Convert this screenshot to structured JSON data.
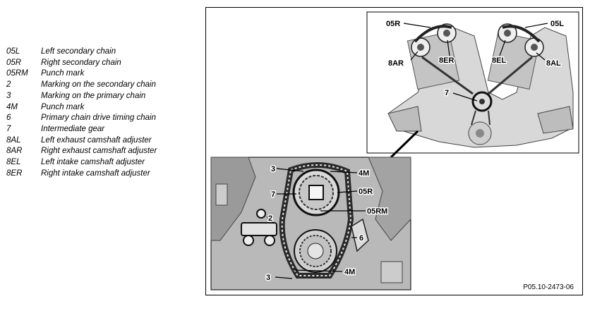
{
  "legend": {
    "items": [
      {
        "code": "05L",
        "description": "Left secondary chain"
      },
      {
        "code": "05R",
        "description": "Right secondary chain"
      },
      {
        "code": "05RM",
        "description": "Punch mark"
      },
      {
        "code": "2",
        "description": "Marking on the secondary chain"
      },
      {
        "code": "3",
        "description": "Marking on the primary chain"
      },
      {
        "code": "4M",
        "description": "Punch mark"
      },
      {
        "code": "6",
        "description": "Primary chain drive timing chain"
      },
      {
        "code": "7",
        "description": "Intermediate gear"
      },
      {
        "code": "8AL",
        "description": "Left exhaust camshaft adjuster"
      },
      {
        "code": "8AR",
        "description": "Right exhaust camshaft adjuster"
      },
      {
        "code": "8EL",
        "description": "Left intake camshaft adjuster"
      },
      {
        "code": "8ER",
        "description": "Right intake camshaft adjuster"
      }
    ]
  },
  "figure": {
    "top_callouts": {
      "c05R": "05R",
      "c05L": "05L",
      "c8AR": "8AR",
      "c8ER": "8ER",
      "c8EL": "8EL",
      "c8AL": "8AL",
      "c7": "7"
    },
    "detail_callouts": {
      "c3a": "3",
      "c4Ma": "4M",
      "c7": "7",
      "c05R": "05R",
      "c05RM": "05RM",
      "c2": "2",
      "c6": "6",
      "c4Mb": "4M",
      "c3b": "3"
    }
  },
  "figure_code": "P05.10-2473-06"
}
